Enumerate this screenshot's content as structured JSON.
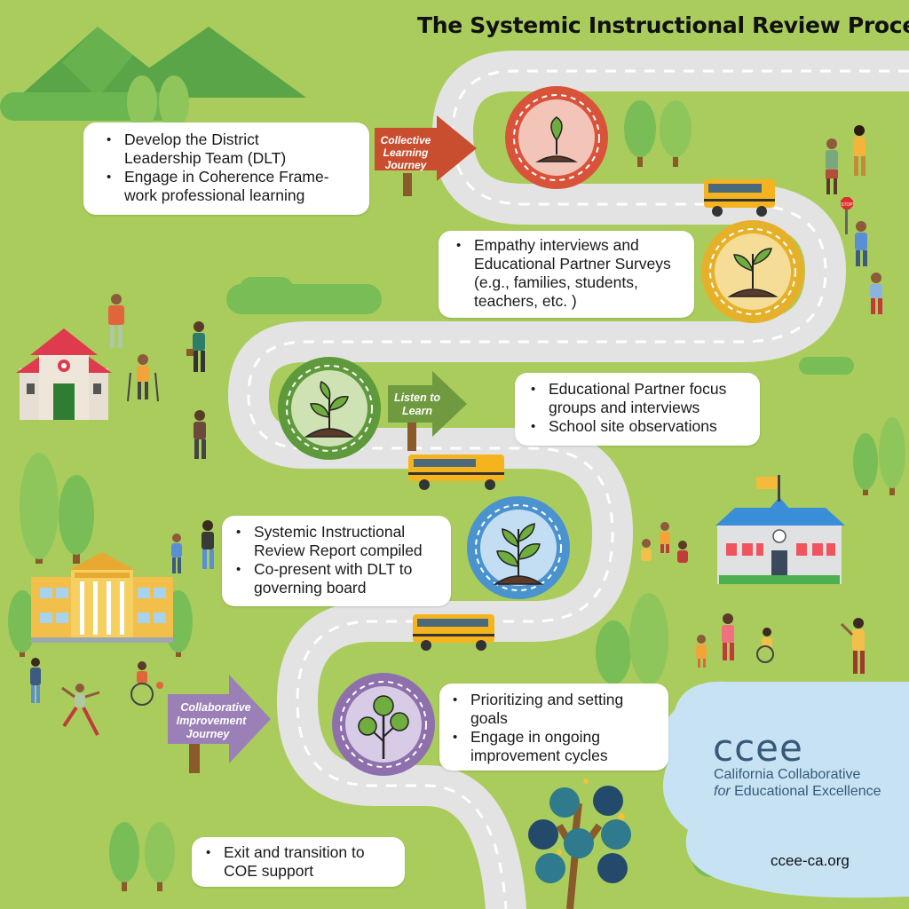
{
  "title": "The Systemic Instructional Review Process",
  "signs": {
    "collective": [
      "Collective",
      "Learning",
      "Journey"
    ],
    "listen": [
      "Listen to",
      "Learn"
    ],
    "collaborative": [
      "Collaborative",
      "Improvement",
      "Journey"
    ],
    "stop": "STOP"
  },
  "steps": [
    {
      "items": [
        "Develop the District Leadership Team (DLT)",
        "Engage in Coherence Frame-work professional learning"
      ]
    },
    {
      "items": [
        "Empathy interviews and Educational Partner Surveys (e.g., families, students, teachers, etc. )"
      ]
    },
    {
      "items": [
        "Educational Partner focus groups and  interviews",
        "School site observations"
      ]
    },
    {
      "items": [
        "Systemic Instructional Review Report compiled",
        "Co-present with DLT to governing board"
      ]
    },
    {
      "items": [
        "Prioritizing and setting goals",
        "Engage in ongoing improvement cycles"
      ]
    },
    {
      "items": [
        "Exit and transition to COE support"
      ]
    }
  ],
  "box_lines": {
    "step1": [
      "Develop the District",
      "Leadership Team (DLT)",
      "Engage in Coherence Frame-",
      "work professional learning"
    ],
    "step2": [
      "Empathy interviews and",
      "Educational Partner Surveys",
      "(e.g., families, students,",
      "teachers, etc. )"
    ],
    "step3": [
      "Educational Partner focus",
      "groups and  interviews",
      "School site observations"
    ],
    "step4": [
      "Systemic Instructional",
      "Review Report compiled",
      "Co-present with DLT to",
      "governing board"
    ],
    "step5": [
      "Prioritizing and setting",
      "goals",
      "Engage in ongoing",
      "improvement cycles"
    ],
    "step6": [
      "Exit and transition to",
      "COE support"
    ]
  },
  "logo": {
    "mark": "ccee",
    "line1": "California Collaborative",
    "line2_italic": "for",
    "line2_rest": " Educational Excellence"
  },
  "website": "ccee-ca.org",
  "stage_icons": [
    "seed-sprout-icon",
    "small-plant-icon",
    "growing-plant-icon",
    "leafy-plant-icon",
    "tree-icon"
  ],
  "colors": {
    "background": "#a9cc5c",
    "road": "#e3e3e3",
    "stage1": "#d9533a",
    "stage2": "#e6b12a",
    "stage3": "#5e9a3c",
    "stage4": "#4a93cf",
    "stage5": "#8e70ad",
    "sign_red": "#c94e30",
    "sign_green": "#6f9a3f",
    "sign_purple": "#9b80b8",
    "lake": "#c7e3f3"
  }
}
